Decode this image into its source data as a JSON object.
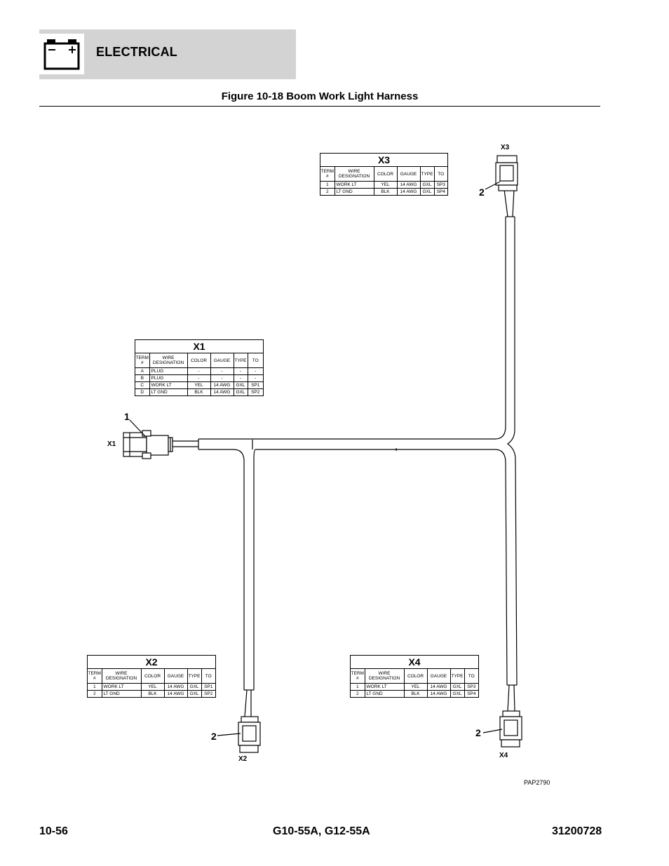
{
  "header": {
    "section_title": "ELECTRICAL",
    "section_icon": "battery-icon"
  },
  "figure_title": "Figure 10-18 Boom Work Light Harness",
  "tables": {
    "x3": {
      "title": "X3",
      "headers": [
        "TERM #",
        "WIRE DESIGNATION",
        "COLOR",
        "GAUGE",
        "TYPE",
        "TO"
      ],
      "rows": [
        [
          "1",
          "WORK LT",
          "YEL",
          "14 AWG",
          "GXL",
          "SP3"
        ],
        [
          "2",
          "LT GND",
          "BLK",
          "14 AWG",
          "GXL",
          "SP4"
        ]
      ]
    },
    "x1": {
      "title": "X1",
      "headers": [
        "TERM #",
        "WIRE DESIGNATION",
        "COLOR",
        "GAUGE",
        "TYPE",
        "TO"
      ],
      "rows": [
        [
          "A",
          "PLUG",
          "-",
          "-",
          "-",
          "-"
        ],
        [
          "B",
          "PLUG",
          "-",
          "-",
          "-",
          "-"
        ],
        [
          "C",
          "WORK LT",
          "YEL",
          "14 AWG",
          "GXL",
          "SP1"
        ],
        [
          "D",
          "LT GND",
          "BLK",
          "14 AWG",
          "GXL",
          "SP2"
        ]
      ]
    },
    "x2": {
      "title": "X2",
      "headers": [
        "TERM #",
        "WIRE DESIGNATION",
        "COLOR",
        "GAUGE",
        "TYPE",
        "TO"
      ],
      "rows": [
        [
          "1",
          "WORK LT",
          "YEL",
          "14 AWG",
          "GXL",
          "SP1"
        ],
        [
          "2",
          "LT GND",
          "BLK",
          "14 AWG",
          "GXL",
          "SP2"
        ]
      ]
    },
    "x4": {
      "title": "X4",
      "headers": [
        "TERM #",
        "WIRE DESIGNATION",
        "COLOR",
        "GAUGE",
        "TYPE",
        "TO"
      ],
      "rows": [
        [
          "1",
          "WORK LT",
          "YEL",
          "14 AWG",
          "GXL",
          "SP3"
        ],
        [
          "2",
          "LT GND",
          "BLK",
          "14 AWG",
          "GXL",
          "SP4"
        ]
      ]
    }
  },
  "connector_labels": {
    "x1": "X1",
    "x2": "X2",
    "x3": "X3",
    "x4": "X4"
  },
  "item_callouts": {
    "x1": "1",
    "x2": "2",
    "x3": "2",
    "x4": "2"
  },
  "drawing_id": "PAP2790",
  "footer": {
    "page_number": "10-56",
    "models": "G10-55A, G12-55A",
    "doc_number": "31200728"
  }
}
